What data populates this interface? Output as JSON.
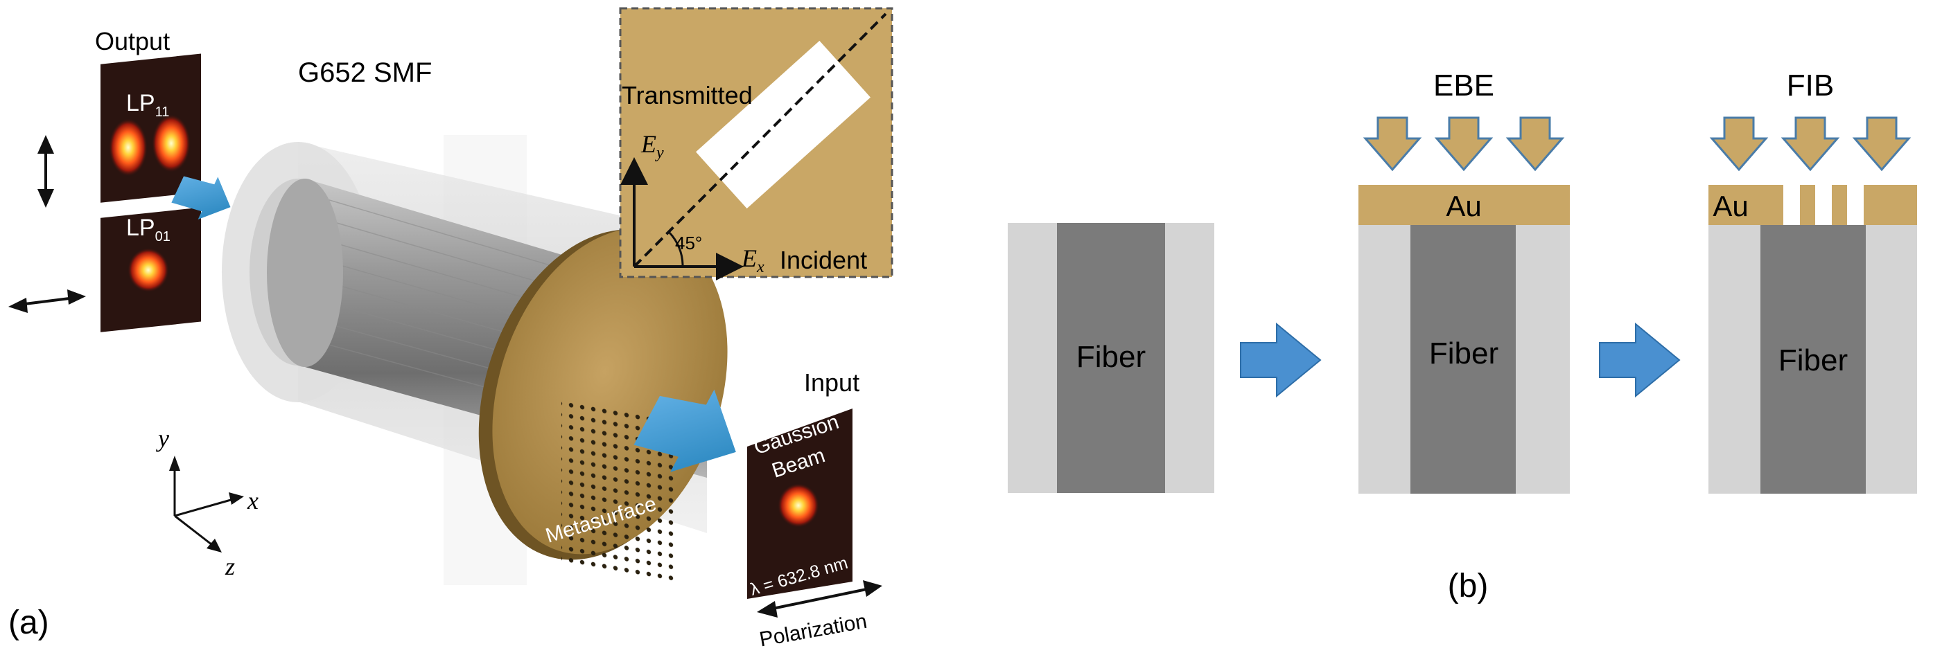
{
  "panel_a": {
    "label": "(a)",
    "fiber_title": "G652 SMF",
    "output_title": "Output",
    "output_modes": [
      {
        "name": "LP",
        "subscript": "11"
      },
      {
        "name": "LP",
        "subscript": "01"
      }
    ],
    "inset": {
      "transmitted_label": "Transmitted",
      "incident_label": "Incident",
      "axis_y": "E",
      "axis_y_sub": "y",
      "axis_x": "E",
      "axis_x_sub": "x",
      "angle_label": "45°"
    },
    "metasurface_label": "Metasurface",
    "input": {
      "title": "Input",
      "beam_line1": "Gaussion",
      "beam_line2": "Beam",
      "wavelength": "λ = 632.8 nm",
      "polarization": "Polarization"
    },
    "axes": {
      "x": "x",
      "y": "y",
      "z": "z"
    }
  },
  "panel_b": {
    "label": "(b)",
    "steps": [
      {
        "title": "",
        "layer": "",
        "core_label": "Fiber"
      },
      {
        "title": "EBE",
        "layer": "Au",
        "core_label": "Fiber"
      },
      {
        "title": "FIB",
        "layer": "Au",
        "core_label": "Fiber"
      }
    ]
  },
  "colors": {
    "gold": "#c9a766",
    "gold_dark": "#8a6b2e",
    "arrow_blue": "#4a90d0",
    "cladding": "#d4d4d4",
    "core": "#7b7b7b",
    "mode_bg": "#2a1410"
  }
}
